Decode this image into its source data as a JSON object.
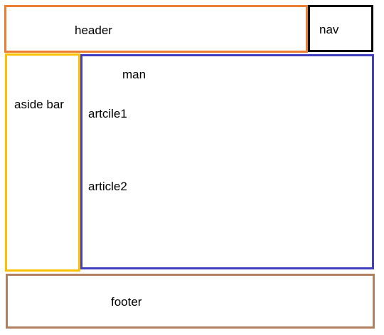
{
  "diagram": {
    "header": {
      "label": "header",
      "border_color": "#ED7D31"
    },
    "nav": {
      "label": "nav",
      "border_color": "#000000"
    },
    "aside": {
      "label": "aside bar",
      "border_color": "#FFC000"
    },
    "main": {
      "label": "man",
      "border_color": "#3F3FBF",
      "articles": [
        "artcile1",
        "article2"
      ]
    },
    "footer": {
      "label": "footer",
      "border_color": "#B08060"
    }
  }
}
